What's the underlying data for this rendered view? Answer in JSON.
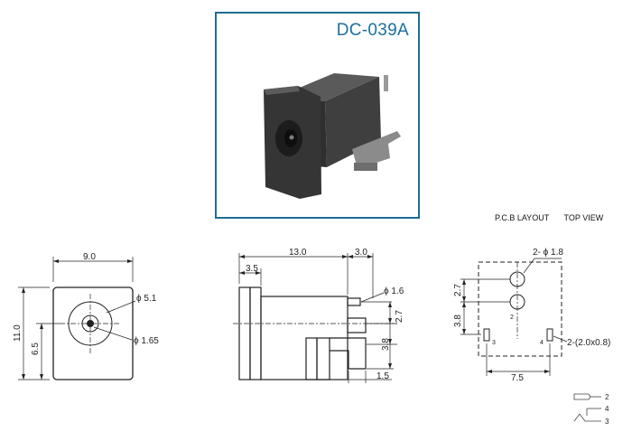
{
  "product": {
    "model": "DC-039A"
  },
  "pcb": {
    "caption_left": "P.C.B LAYOUT",
    "caption_right": "TOP VIEW"
  },
  "front_view": {
    "width": "9.0",
    "height": "11.0",
    "center_height": "6.5",
    "bore": "ϕ 5.1",
    "pin": "ϕ 1.65"
  },
  "side_view": {
    "length": "13.0",
    "front_offset": "3.5",
    "rear_offset": "3.0",
    "pin_dia": "ϕ 1.6",
    "pitch_a": "2.7",
    "pitch_b": "3.8",
    "bottom": "1.5"
  },
  "pcb_view": {
    "holes": "2- ϕ 1.8",
    "slots": "2-(2.0x0.8)",
    "spacing_v1": "2.7",
    "spacing_v2": "3.8",
    "width": "7.5",
    "pin_2": "2",
    "pin_3": "3",
    "pin_4": "4"
  },
  "schematic": {
    "pin_2": "2",
    "pin_4": "4",
    "pin_3": "3"
  },
  "colors": {
    "frame": "#1f6c93",
    "title": "#1a6fa0",
    "body": "#3a3a3a"
  }
}
